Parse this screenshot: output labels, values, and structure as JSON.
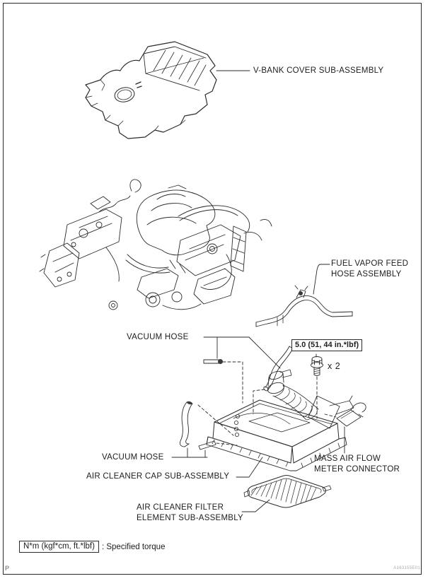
{
  "page": {
    "page_letter": "P",
    "doc_code": "A163155E01"
  },
  "colors": {
    "line": "#2b2b2b",
    "text": "#1d1d1f"
  },
  "labels": {
    "v_bank_cover": "V-BANK COVER SUB-ASSEMBLY",
    "fuel_vapor_feed_hose": {
      "line1": "FUEL VAPOR FEED",
      "line2": "HOSE ASSEMBLY"
    },
    "vacuum_hose_upper": "VACUUM HOSE",
    "vacuum_hose_lower": "VACUUM HOSE",
    "air_cleaner_cap": "AIR CLEANER CAP SUB-ASSEMBLY",
    "mass_air_flow": {
      "line1": "MASS AIR FLOW",
      "line2": "METER CONNECTOR"
    },
    "air_cleaner_filter": {
      "line1": "AIR CLEANER FILTER",
      "line2": "ELEMENT SUB-ASSEMBLY"
    }
  },
  "torque": {
    "spec": "5.0 (51, 44 in.*lbf)",
    "quantity": "x 2"
  },
  "legend": {
    "unit_box": "N*m (kgf*cm, ft.*lbf)",
    "description": ": Specified torque"
  }
}
